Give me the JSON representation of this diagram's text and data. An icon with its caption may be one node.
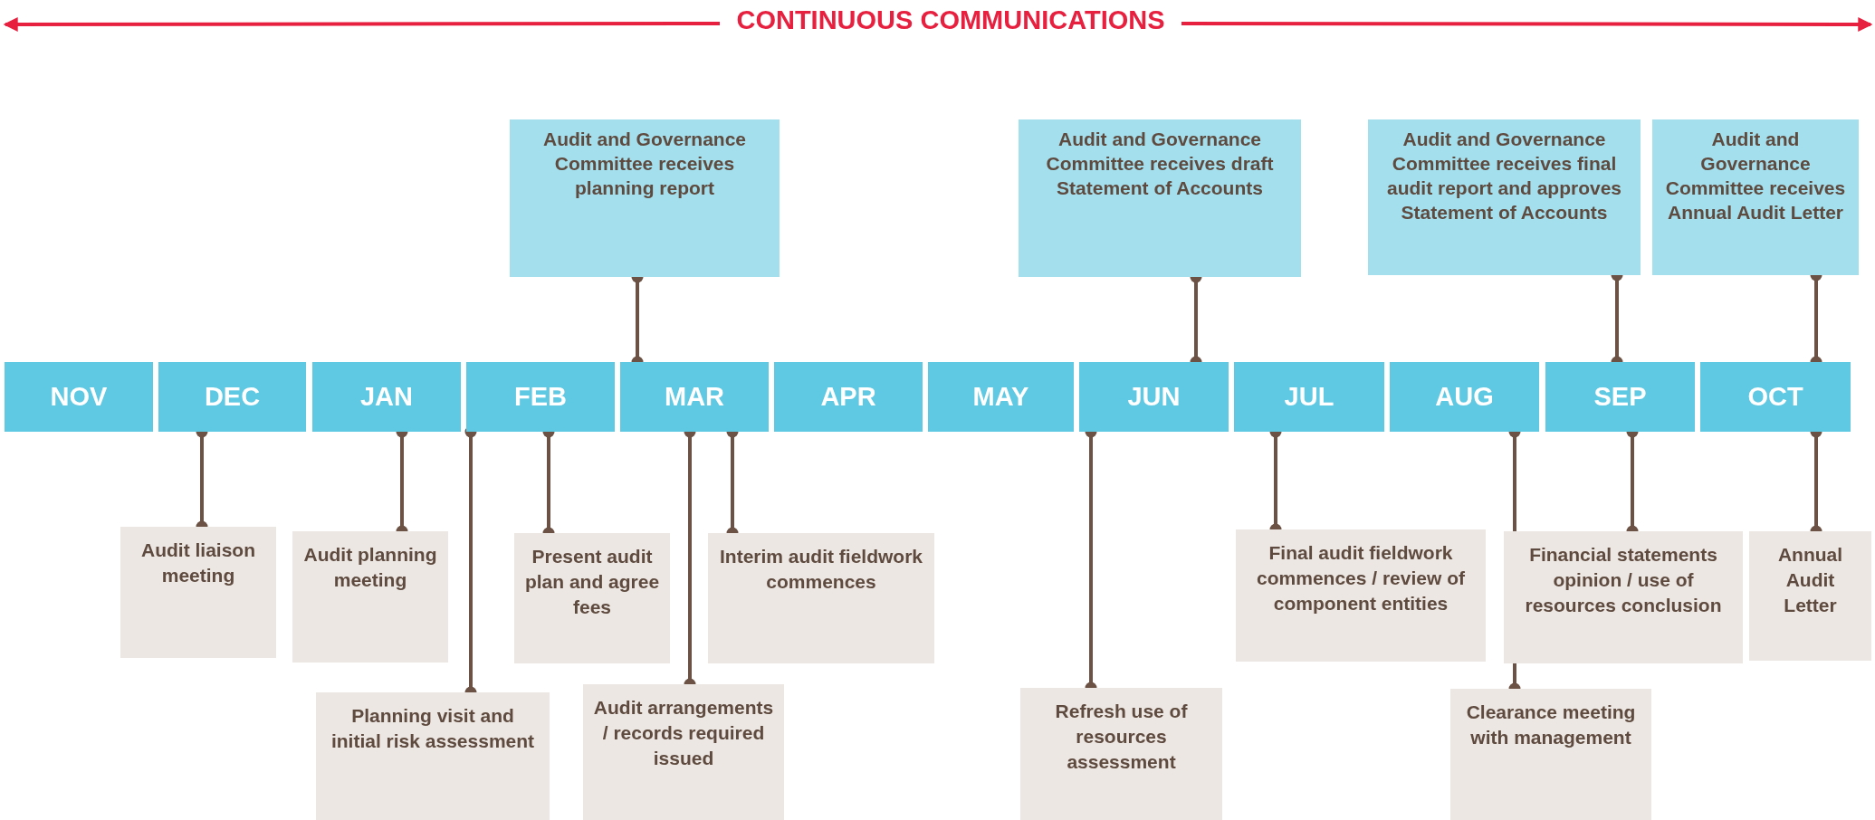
{
  "diagram": {
    "title": "CONTINUOUS COMMUNICATIONS",
    "nodes": [
      {
        "text": [
          "Audit and Governance Committee receives planning report"
        ]
      },
      {
        "text": [
          "Audit and Governance Committee receives draft Statement of Accounts"
        ]
      },
      {
        "text": [
          "Audit and Governance Committee receives final audit report and approves Statement of Accounts"
        ]
      },
      {
        "text": [
          "Audit and Governance Committee receives Annual Audit Letter"
        ]
      },
      {
        "text": [
          "NOV"
        ]
      },
      {
        "text": [
          "DEC"
        ]
      },
      {
        "text": [
          "JAN"
        ]
      },
      {
        "text": [
          "FEB"
        ]
      },
      {
        "text": [
          "MAR"
        ]
      },
      {
        "text": [
          "APR"
        ]
      },
      {
        "text": [
          "MAY"
        ]
      },
      {
        "text": [
          "JUN"
        ]
      },
      {
        "text": [
          "JUL"
        ]
      },
      {
        "text": [
          "AUG"
        ]
      },
      {
        "text": [
          "SEP"
        ]
      },
      {
        "text": [
          "OCT"
        ]
      },
      {
        "text": [
          "Audit liaison meeting"
        ]
      },
      {
        "text": [
          "Audit planning meeting"
        ]
      },
      {
        "text": [
          "Present audit plan and agree fees"
        ]
      },
      {
        "text": [
          "Interim audit fieldwork commences"
        ]
      },
      {
        "text": [
          "Final audit fieldwork commences / review of component entities"
        ]
      },
      {
        "text": [
          "Financial statements opinion / use of resources conclusion"
        ]
      },
      {
        "text": [
          "Annual Audit Letter"
        ]
      },
      {
        "text": [
          "Planning visit and initial risk assessment"
        ]
      },
      {
        "text": [
          "Audit arrangements / records required issued"
        ]
      },
      {
        "text": [
          "Refresh use of resources assessment"
        ]
      },
      {
        "text": [
          "Clearance meeting with management"
        ]
      }
    ],
    "edges": [
      {
        "from": 0,
        "to": 8,
        "arrow": "other"
      },
      {
        "from": 1,
        "to": 11,
        "arrow": "other"
      },
      {
        "from": 2,
        "to": 14,
        "arrow": "other"
      },
      {
        "from": 3,
        "to": 15,
        "arrow": "other"
      },
      {
        "from": 5,
        "to": 16,
        "arrow": "other"
      },
      {
        "from": 6,
        "to": 17,
        "arrow": "other"
      },
      {
        "from": 7,
        "to": 18,
        "arrow": "other"
      },
      {
        "from": 8,
        "to": 19,
        "arrow": "other"
      },
      {
        "from": 12,
        "to": 20,
        "arrow": "other"
      },
      {
        "from": 14,
        "to": 21,
        "arrow": "other"
      },
      {
        "from": 15,
        "to": 22,
        "arrow": "other"
      },
      {
        "from": 7,
        "to": 23,
        "arrow": "other"
      },
      {
        "from": 8,
        "to": 24,
        "arrow": "other"
      },
      {
        "from": 11,
        "to": 25,
        "arrow": "other"
      },
      {
        "from": 13,
        "to": 26,
        "arrow": "other"
      }
    ]
  }
}
